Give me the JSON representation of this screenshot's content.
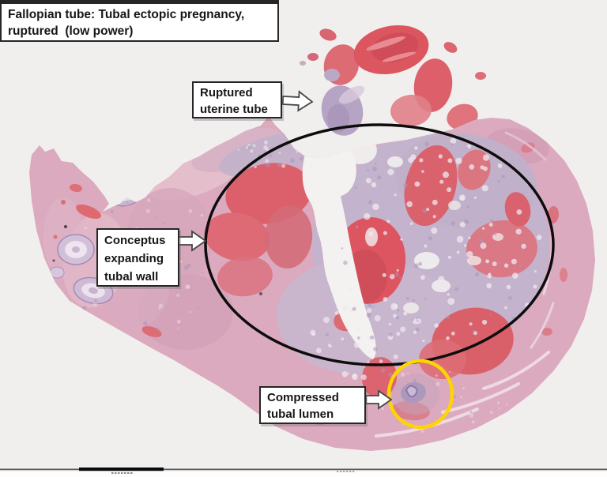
{
  "figure": {
    "title_line1": "Fallopian tube: Tubal ectopic pregnancy,",
    "title_line2": "ruptured  (low power)"
  },
  "labels": {
    "ruptured": {
      "line1": "Ruptured",
      "line2": "uterine tube"
    },
    "conceptus": {
      "line1": "Conceptus",
      "line2": "expanding",
      "line3": "tubal wall"
    },
    "lumen": {
      "line1": "Compressed",
      "line2": "tubal lumen"
    }
  },
  "annotations": {
    "ellipse_color": "#0d0d0d",
    "circle_color": "#ffd400",
    "arrow_fill": "#ffffff",
    "arrow_outline": "#454545"
  },
  "palette": {
    "background": "#f1efee",
    "hemorrhage_red": "#dc5a64",
    "wall_pink": "#dcaabe",
    "villi_lavender": "#c4b3cc",
    "label_border": "#262626"
  }
}
